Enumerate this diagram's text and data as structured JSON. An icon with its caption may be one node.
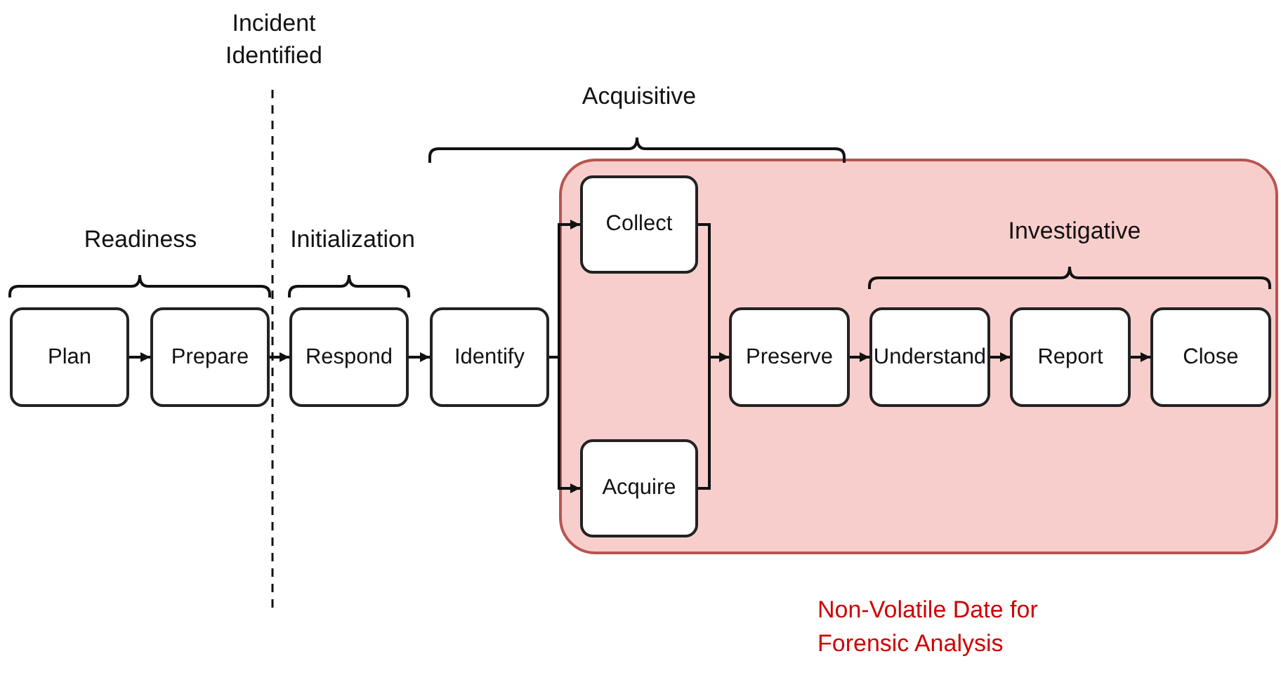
{
  "diagram": {
    "nodes": [
      {
        "text": [
          "Plan"
        ]
      },
      {
        "text": [
          "Prepare"
        ]
      },
      {
        "text": [
          "Respond"
        ]
      },
      {
        "text": [
          "Identify"
        ]
      },
      {
        "text": [],
        "shape": "box",
        "beside": [
          "Non-Volatile Date for Forensic Analysis"
        ]
      },
      {
        "text": [
          "Collect"
        ],
        "in": 4
      },
      {
        "text": [
          "Acquire"
        ],
        "in": 4
      },
      {
        "text": [
          "Preserve"
        ],
        "in": 4
      },
      {
        "text": [
          "Understand"
        ],
        "in": 4
      },
      {
        "text": [
          "Report"
        ],
        "in": 4
      },
      {
        "text": [
          "Close"
        ],
        "in": 4
      }
    ],
    "edges": [
      {
        "from": 0,
        "to": 1,
        "arrow": "to"
      },
      {
        "from": 1,
        "to": 2,
        "arrow": "to"
      },
      {
        "from": 2,
        "to": 3,
        "arrow": "to"
      },
      {
        "from": 3,
        "to": 5,
        "arrow": "to"
      },
      {
        "from": 3,
        "to": 6,
        "arrow": "to"
      },
      {
        "from": 5,
        "to": 7,
        "arrow": "to"
      },
      {
        "from": 6,
        "to": 7,
        "arrow": "to"
      },
      {
        "from": 7,
        "to": 8,
        "arrow": "to"
      },
      {
        "from": 8,
        "to": 9,
        "arrow": "to"
      },
      {
        "from": 9,
        "to": 10,
        "arrow": "to"
      }
    ],
    "labels": [
      "Incident Identified",
      "Acquisitive",
      "Readiness",
      "Initialization",
      "Investigative"
    ]
  }
}
